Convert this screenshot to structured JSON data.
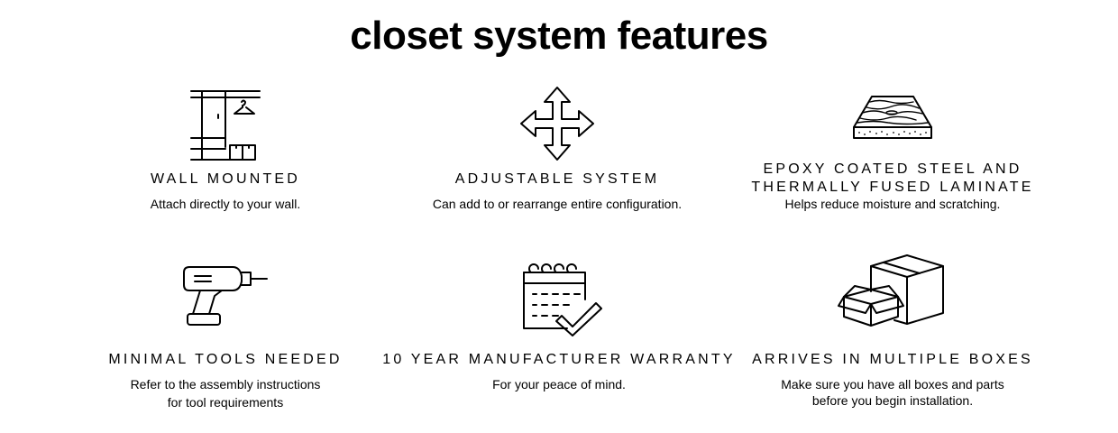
{
  "title": "closet system features",
  "features": [
    {
      "icon": "closet-icon",
      "heading": "WALL MOUNTED",
      "description": "Attach directly to your wall."
    },
    {
      "icon": "four-way-arrows-icon",
      "heading": "ADJUSTABLE SYSTEM",
      "description": "Can add to or rearrange entire configuration."
    },
    {
      "icon": "laminate-board-icon",
      "heading_line1": "EPOXY COATED STEEL AND",
      "heading_line2": "THERMALLY FUSED LAMINATE",
      "description": "Helps reduce moisture and scratching."
    },
    {
      "icon": "power-drill-icon",
      "heading": "MINIMAL TOOLS NEEDED",
      "description_line1": "Refer to the assembly instructions",
      "description_line2": "for tool requirements"
    },
    {
      "icon": "calendar-check-icon",
      "heading": "10 YEAR MANUFACTURER WARRANTY",
      "description": "For your peace of mind."
    },
    {
      "icon": "boxes-icon",
      "heading": "ARRIVES IN MULTIPLE BOXES",
      "description_line1": "Make sure you have all boxes and parts",
      "description_line2": "before you begin installation."
    }
  ]
}
